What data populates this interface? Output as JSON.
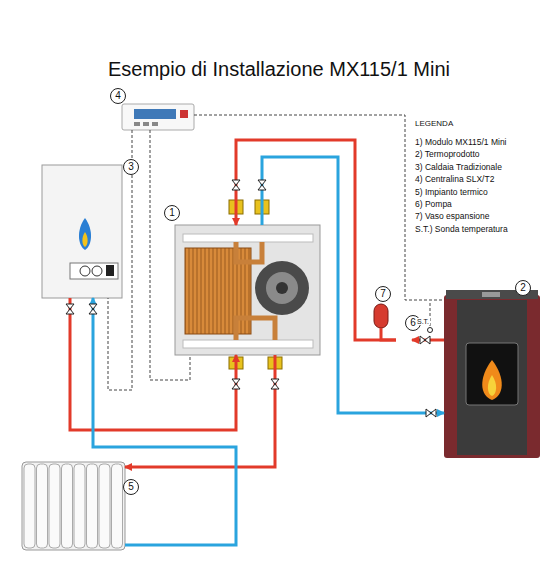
{
  "diagram": {
    "title": "Esempio di Installazione MX115/1 Mini",
    "nodes": [
      {
        "text": [
          "4"
        ]
      },
      {
        "text": [
          "3"
        ]
      },
      {
        "text": [
          "1"
        ]
      },
      {
        "text": [
          "7"
        ]
      },
      {
        "text": [
          "6"
        ]
      },
      {
        "text": [
          "2"
        ]
      },
      {
        "text": [
          "5"
        ]
      }
    ],
    "edges": [
      {
        "from": 5,
        "to": 4,
        "arrow": "to"
      },
      {
        "from": 4,
        "to": 2,
        "arrow": "to"
      },
      {
        "from": 3,
        "to": 4,
        "arrow": "none"
      },
      {
        "from": 2,
        "to": 5,
        "arrow": "to"
      },
      {
        "from": 1,
        "to": 2,
        "arrow": "to"
      },
      {
        "from": 2,
        "to": 6,
        "arrow": "to"
      },
      {
        "from": 6,
        "to": 1,
        "arrow": "to"
      },
      {
        "from": 0,
        "to": 1,
        "arrow": "none"
      },
      {
        "from": 0,
        "to": 2,
        "arrow": "none"
      },
      {
        "from": 0,
        "to": 5,
        "arrow": "none"
      }
    ],
    "labels": [
      "LEGENDA",
      "S.T."
    ],
    "legend": [
      {
        "text": "1) Modulo MX115/1 Mini"
      },
      {
        "text": "2) Termoprodotto"
      },
      {
        "text": "3) Caldaia Tradizionale"
      },
      {
        "text": "4) Centralina SLX/T2"
      },
      {
        "text": "5) Impianto termico"
      },
      {
        "text": "6) Pompa"
      },
      {
        "text": "7) Vaso espansione"
      },
      {
        "text": "S.T.) Sonda temperatura"
      }
    ]
  }
}
